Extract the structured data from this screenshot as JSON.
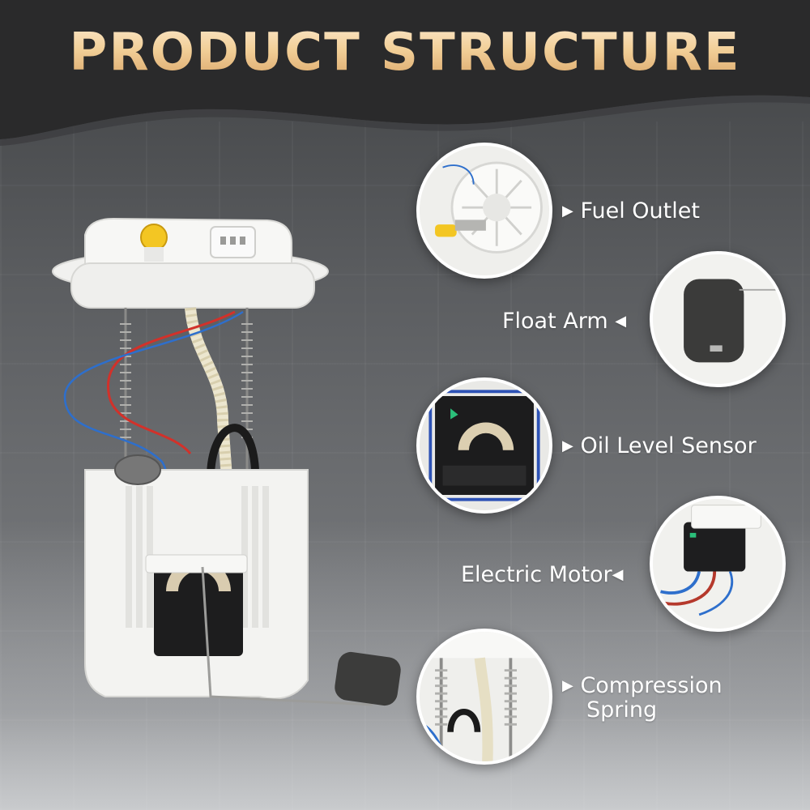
{
  "header": {
    "title": "PRODUCT STRUCTURE"
  },
  "callouts": [
    {
      "label": "Fuel Outlet",
      "arrow": "▶",
      "side": "right"
    },
    {
      "label": "Float Arm",
      "arrow": "◀",
      "side": "left"
    },
    {
      "label": "Oil Level Sensor",
      "arrow": "▶",
      "side": "right"
    },
    {
      "label": "Electric Motor",
      "arrow": "◀",
      "side": "left"
    },
    {
      "label_line1": "Compression",
      "label_line2": "Spring",
      "arrow": "▶",
      "side": "right"
    }
  ],
  "colors": {
    "title_gold": "#f2cf98",
    "header_dark": "#2b2b2b",
    "label_white": "#ffffff",
    "background_gray": "#5b5d60"
  },
  "icons": [
    "play-right-icon",
    "play-left-icon"
  ]
}
